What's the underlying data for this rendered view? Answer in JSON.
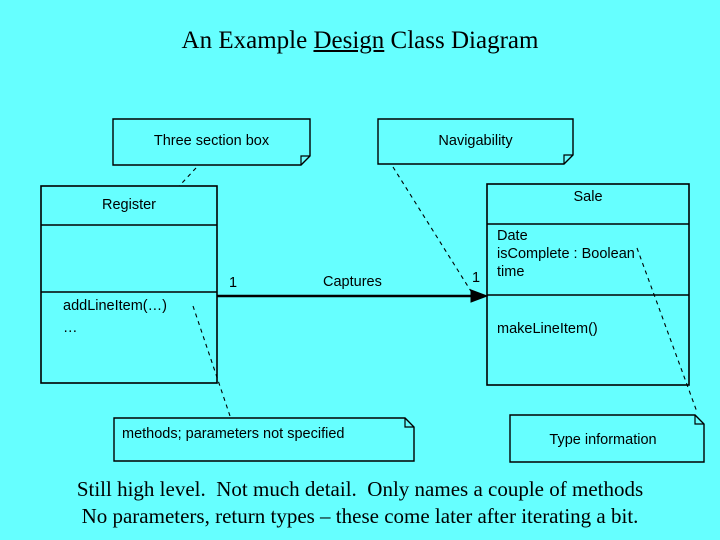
{
  "slide": {
    "background_color": "#66ffff",
    "line_color": "#000000",
    "text_color": "#000000",
    "title_prefix": "An Example ",
    "title_underlined": "Design",
    "title_suffix": " Class Diagram"
  },
  "callouts": [
    {
      "id": "three-section-box",
      "label": "Three section box"
    },
    {
      "id": "navigability",
      "label": "Navigability"
    },
    {
      "id": "methods-note",
      "label": "methods; parameters not specified"
    },
    {
      "id": "type-information",
      "label": "Type information"
    }
  ],
  "classes": [
    {
      "id": "register",
      "name": "Register",
      "attributes": [],
      "operations": [
        "addLineItem(…)",
        "…"
      ]
    },
    {
      "id": "sale",
      "name": "Sale",
      "attributes": [
        "Date",
        "isComplete : Boolean",
        "time"
      ],
      "operations": [
        "makeLineItem()"
      ]
    }
  ],
  "association": {
    "label": "Captures",
    "source_multiplicity": "1",
    "target_multiplicity": "1",
    "navigable": true,
    "arrow": "open-right"
  },
  "caption": {
    "line1": "Still high level.  Not much detail.  Only names a couple of methods",
    "line2": "No parameters, return types – these come later after iterating a bit."
  }
}
